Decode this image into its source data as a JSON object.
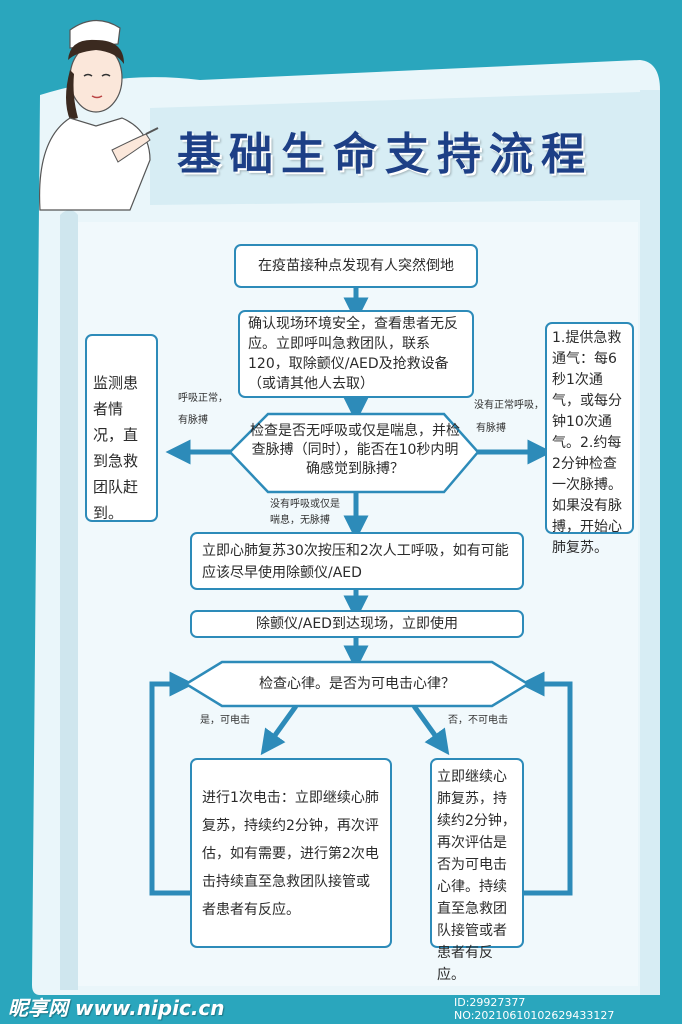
{
  "poster": {
    "title": "基础生命支持流程",
    "colors": {
      "background": "#2aa6bd",
      "panel": "#e8f4f8",
      "box_border": "#2d8bb9",
      "arrow": "#2d8bb9",
      "title": "#1d3f86"
    }
  },
  "flow": {
    "start": "在疫苗接种点发现有人突然倒地",
    "confirm": "确认现场环境安全，查看患者无反应。立即呼叫急救团队，联系120，取除颤仪/AED及抢救设备（或请其他人去取）",
    "check": "检查是否无呼吸或仅是喘息，并检查脉搏（同时），能否在10秒内明确感觉到脉搏？",
    "left_label_1": "呼吸正常，",
    "left_label_2": "有脉搏",
    "left_box": "监测患者情况，直到急救团队赶到。",
    "right_label_1": "没有正常呼吸，",
    "right_label_2": "有脉搏",
    "right_box": "1.提供急救通气：每6秒1次通气，或每分钟10次通气。2.约每2分钟检查一次脉搏。如果没有脉搏，开始心肺复苏。",
    "down_label_1": "没有呼吸或仅是",
    "down_label_2": "喘息，无脉搏",
    "cpr": "立即心肺复苏30次按压和2次人工呼吸，如有可能应该尽早使用除颤仪/AED",
    "aed": "除颤仪/AED到达现场，立即使用",
    "rhythm": "检查心律。是否为可电击心律？",
    "yes_label": "是，可电击",
    "no_label": "否，不可电击",
    "shock_box": "进行1次电击：立即继续心肺复苏，持续约2分钟，再次评估，如有需要，进行第2次电击持续直至急救团队接管或者患者有反应。",
    "noshock_box": "立即继续心肺复苏，持续约2分钟，再次评估是否为可电击心律。持续直至急救团队接管或者患者有反应。"
  },
  "watermark": {
    "site": "昵享网 www.nipic.cn",
    "id": "ID:29927377 NO:20210610102629433127"
  },
  "icons": {
    "nurse": "nurse-illustration"
  }
}
